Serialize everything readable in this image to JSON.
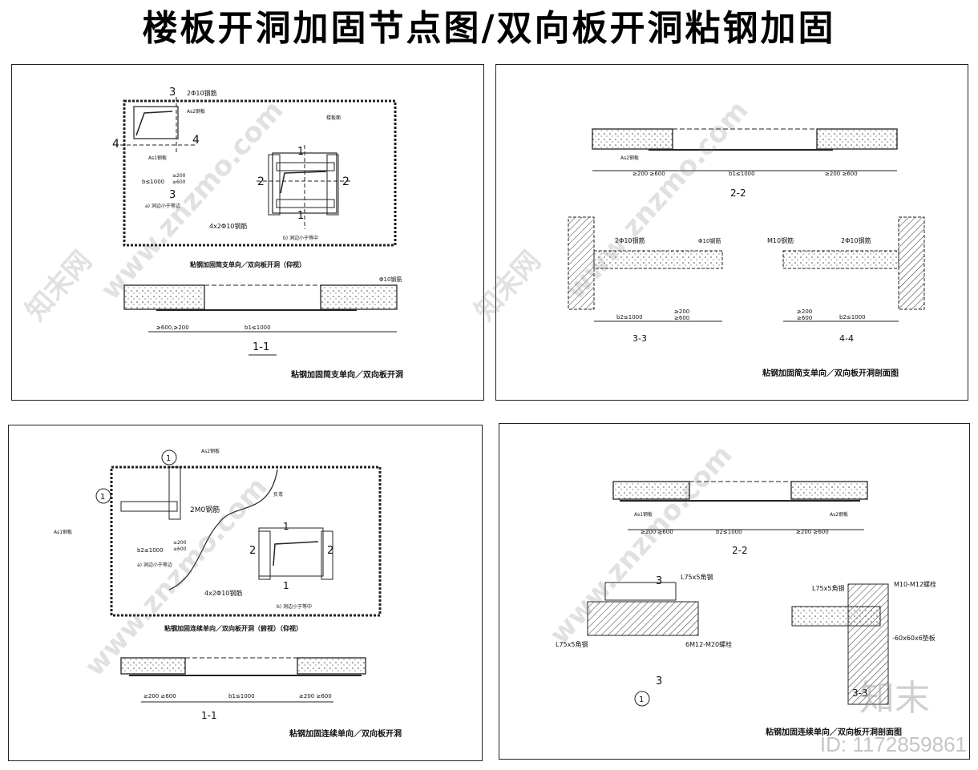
{
  "title": "楼板开洞加固节点图/双向板开洞粘钢加固",
  "panels": {
    "p1": {
      "caption_plan": "粘钢加固简支单向／双向板开洞（仰视）",
      "caption": "粘钢加固简支单向／双向板开洞",
      "labels": [
        "2Φ10钢筋",
        "As2钢板",
        "As1钢板",
        "b≤1000",
        "≥200",
        "≥600",
        "a) 洞边小于等边",
        "b) 洞边小于等中",
        "4x2Φ10钢筋",
        "楼板面",
        "Φ10钢筋",
        "≥600,≥200",
        "b1≤1000"
      ],
      "sections": [
        "1-1",
        "1",
        "1",
        "2",
        "2",
        "4",
        "4",
        "3",
        "3"
      ]
    },
    "p2": {
      "caption": "粘钢加固简支单向／双向板开洞剖面图",
      "labels": [
        "As2钢板",
        "b1≤1000",
        "≥200 ≥600",
        "2Φ10钢筋",
        "Φ10钢筋",
        "M10钢筋",
        "b2≤1000",
        "≥200",
        "≥600"
      ],
      "sections": [
        "2-2",
        "3-3",
        "4-4"
      ]
    },
    "p3": {
      "caption_plan": "粘钢加固连续单向／双向板开洞（俯视）（仰视）",
      "caption": "粘钢加固连续单向／双向板开洞",
      "labels": [
        "As2钢板",
        "2M0钢筋",
        "As1钢板",
        "b2≤1000",
        "≥200",
        "≥600",
        "a) 洞边小于等边",
        "b) 洞边小于等中",
        "4x2Φ10钢筋",
        "负弯",
        "b1≤1000"
      ],
      "sections": [
        "1-1",
        "1",
        "1",
        "2",
        "2"
      ]
    },
    "p4": {
      "caption": "粘钢加固连续单向／双向板开洞剖面图",
      "labels": [
        "L75x5角钢",
        "M10-M12螺栓",
        "6M12-M20螺栓",
        "-60x60x6垫板",
        "As1钢板",
        "As2钢板",
        "b2≤1000",
        "≥200 ≥600"
      ],
      "sections": [
        "2-2",
        "3-3",
        "3",
        "3",
        "1"
      ]
    }
  },
  "watermark": {
    "site": "www.znzmo.com",
    "brand": "知末网",
    "logo": "知末",
    "id": "ID: 1172859861"
  }
}
